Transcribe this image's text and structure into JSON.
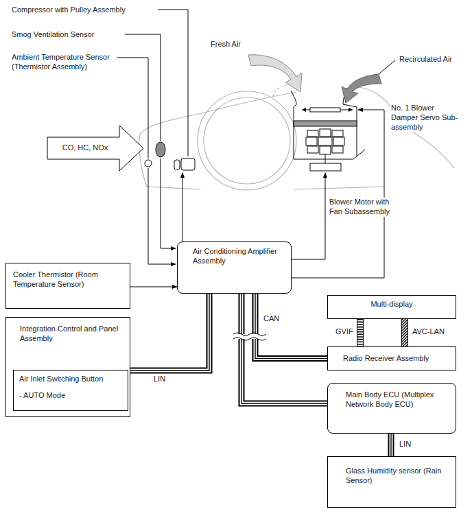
{
  "diagram": {
    "nodes": [
      {
        "text": [
          "CO, HC, NOx"
        ]
      },
      {
        "text": [
          "Air Conditioning Amplifier Assembly"
        ]
      },
      {
        "text": [
          "Cooler Thermistor (Room Temperature Sensor)"
        ]
      },
      {
        "text": [
          "Integration Control and Panel Assembly"
        ]
      },
      {
        "text": [
          "Air Inlet Switching Button",
          "- AUTO Mode"
        ],
        "in": 3
      },
      {
        "text": [
          "Multi-display"
        ]
      },
      {
        "text": [
          "Radio Receiver Assembly"
        ]
      },
      {
        "text": [
          "Main Body ECU (Multiplex Network Body ECU)"
        ]
      },
      {
        "text": [
          "Glass Humidity sensor (Rain Sensor)"
        ]
      }
    ],
    "edges": [
      {
        "from": 2,
        "to": 1,
        "arrow": "to"
      },
      {
        "from": 3,
        "to": 1,
        "label": "LIN",
        "arrow": "none"
      },
      {
        "from": 1,
        "to": 6,
        "label": "CAN",
        "arrow": "none"
      },
      {
        "from": 1,
        "to": 7,
        "arrow": "none"
      },
      {
        "from": 5,
        "to": 6,
        "label": "GVIF",
        "arrow": "none"
      },
      {
        "from": 5,
        "to": 6,
        "label": "AVC-LAN",
        "arrow": "none"
      },
      {
        "from": 7,
        "to": 8,
        "label": "LIN",
        "arrow": "none"
      }
    ],
    "labels": [
      "Compressor with Pulley Assembly",
      "Smog Ventilation Sensor",
      "Ambient Temperature Sensor (Thermistor Assembly)",
      "Fresh Air",
      "Recirculated Air",
      "No. 1 Blower Damper Servo Sub-assembly",
      "Blower Motor with Fan Subassembly"
    ]
  }
}
